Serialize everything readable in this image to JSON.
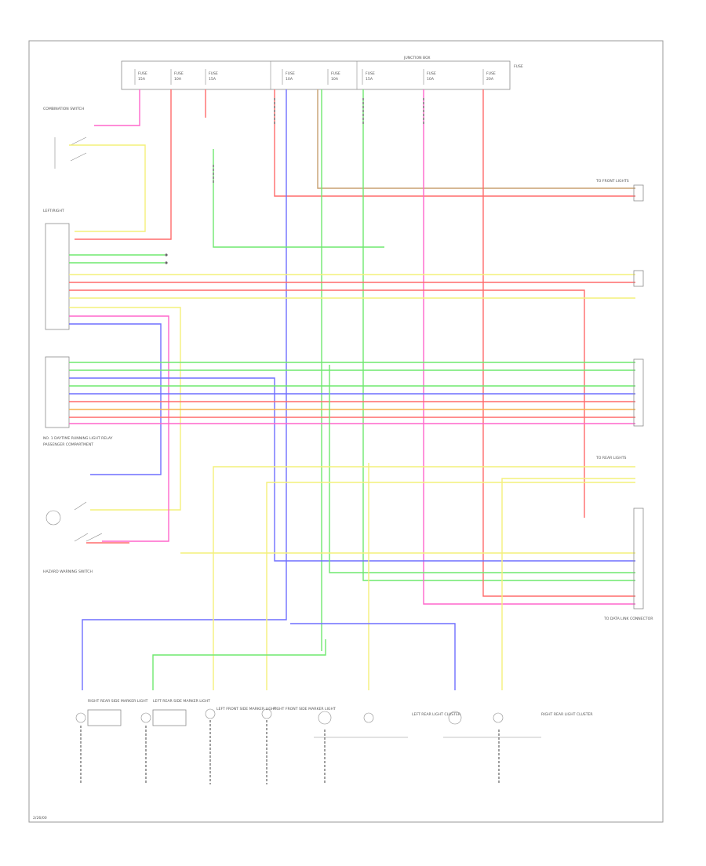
{
  "colors": {
    "pink": "#ff66cc",
    "yellow": "#f4f07a",
    "red": "#ff6b6b",
    "green": "#6fe86f",
    "blue": "#6f6fff",
    "orange": "#f6b04a",
    "brown": "#c8a070"
  },
  "diagram": {
    "fuse_block_label": "JUNCTION BOX",
    "left_column_labels": [
      "COMBINATION SWITCH",
      "LEFT/RIGHT",
      "NO. 1 DAYTIME RUNNING LIGHT RELAY",
      "PASSENGER COMPARTMENT",
      "HAZARD WARNING SWITCH"
    ],
    "right_side_labels": [
      "TO FRONT LIGHTS",
      "TO REAR LIGHTS",
      "TO DATA LINK CONNECTOR"
    ],
    "bottom_components": [
      "RIGHT REAR SIDE MARKER LIGHT",
      "LEFT REAR SIDE MARKER LIGHT",
      "LEFT FRONT SIDE MARKER LIGHT",
      "RIGHT FRONT SIDE MARKER LIGHT",
      "LEFT REAR LIGHT CLUSTER",
      "RIGHT REAR LIGHT CLUSTER"
    ],
    "footer": "2/26/00"
  }
}
